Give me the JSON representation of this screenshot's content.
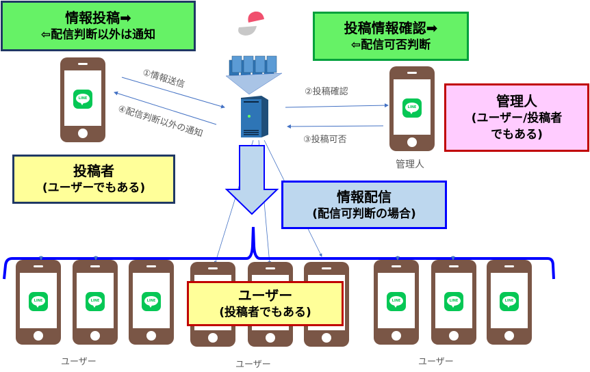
{
  "boxes": {
    "poster_action": {
      "line1": "情報投稿➡",
      "line2": "⇦配信判断以外は通知"
    },
    "admin_action": {
      "line1": "投稿情報確認➡",
      "line2": "⇦配信可否判断"
    },
    "admin_role": {
      "line1": "管理人",
      "line2": "(ユーザー/投稿者",
      "line3": "でもある)"
    },
    "poster_role": {
      "line1": "投稿者",
      "line2": "(ユーザーでもある)"
    },
    "distribution": {
      "line1": "情報配信",
      "line2": "(配信可判断の場合)"
    },
    "user_role": {
      "line1": "ユーザー",
      "line2": "(投稿者でもある)"
    }
  },
  "arrows": {
    "step1": "①情報送信",
    "step2": "②投稿確認",
    "step3": "③投稿可否",
    "step4": "④配信判断以外の通知"
  },
  "labels": {
    "admin_phone": "管理人",
    "user_group_left": "ユーザー",
    "user_group_center": "ユーザー",
    "user_group_right": "ユーザー"
  },
  "icons": {
    "app": "LINE",
    "phone": "smartphone-icon",
    "server": "server-icon",
    "server_cluster": "server-cluster-icon",
    "logo": "app-logo-icon"
  },
  "colors": {
    "green_box": "#66f266",
    "pink_box": "#ffccff",
    "yellow_box": "#ffff99",
    "blue_box": "#bdd7ee",
    "bracket": "#0000ff",
    "phone": "#7a5646",
    "line_green": "#06c755",
    "server_blue": "#2e75b6"
  }
}
